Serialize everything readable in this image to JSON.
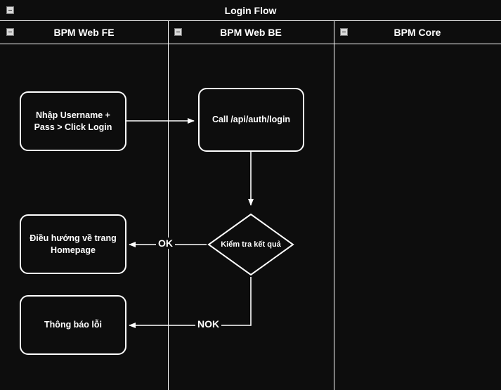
{
  "diagram": {
    "title": "Login Flow",
    "collapse_icon": "minus-box-icon",
    "lanes": [
      {
        "id": "fe",
        "label": "BPM Web FE"
      },
      {
        "id": "be",
        "label": "BPM Web BE"
      },
      {
        "id": "core",
        "label": "BPM Core"
      }
    ],
    "nodes": [
      {
        "id": "n1",
        "lane": "fe",
        "type": "process",
        "label": "Nhập Username +\nPass > Click Login"
      },
      {
        "id": "n2",
        "lane": "be",
        "type": "process",
        "label": "Call /api/auth/login"
      },
      {
        "id": "n3",
        "lane": "be",
        "type": "decision",
        "label": "Kiểm tra kết quả"
      },
      {
        "id": "n4",
        "lane": "fe",
        "type": "process",
        "label": "Điều hướng về trang\nHomepage"
      },
      {
        "id": "n5",
        "lane": "fe",
        "type": "process",
        "label": "Thông báo lỗi"
      }
    ],
    "edges": [
      {
        "from": "n1",
        "to": "n2",
        "label": ""
      },
      {
        "from": "n2",
        "to": "n3",
        "label": ""
      },
      {
        "from": "n3",
        "to": "n4",
        "label": "OK"
      },
      {
        "from": "n3",
        "to": "n5",
        "label": "NOK"
      }
    ],
    "colors": {
      "background": "#0d0d0d",
      "stroke": "#ffffff",
      "text": "#ffffff"
    }
  }
}
